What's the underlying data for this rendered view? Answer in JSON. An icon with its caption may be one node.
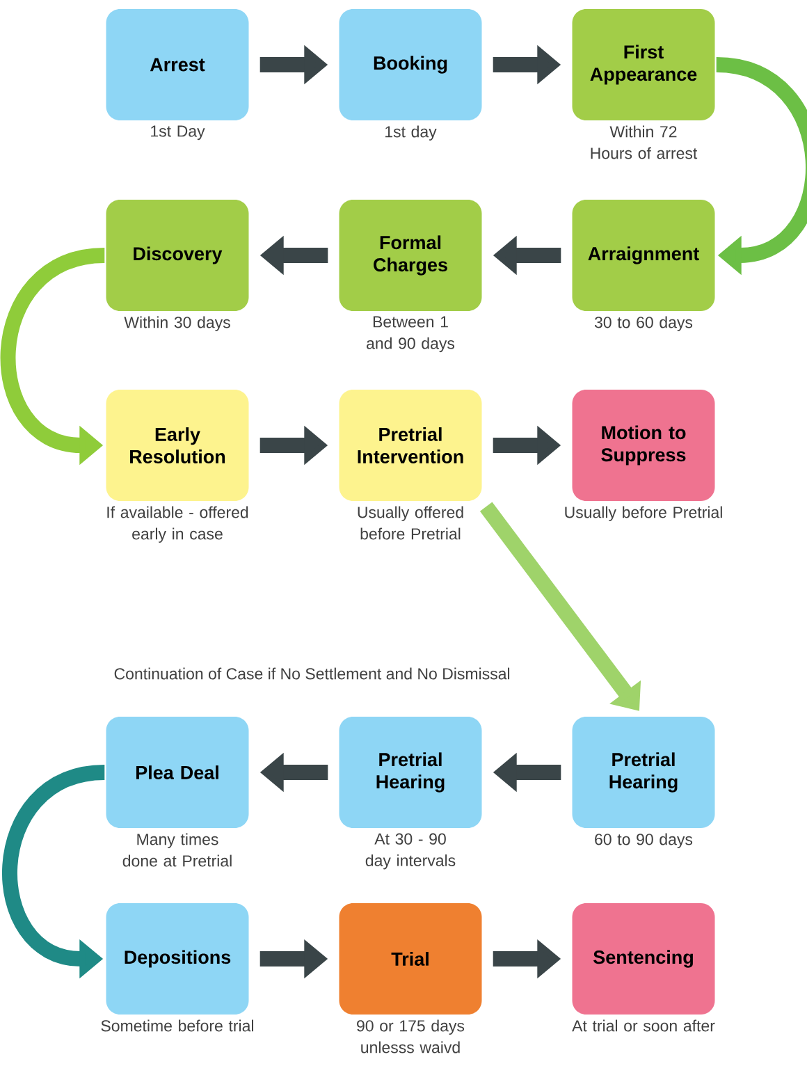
{
  "diagram": {
    "nodes": [
      {
        "text": [
          "Arrest"
        ],
        "beside": [
          "1st Day"
        ]
      },
      {
        "text": [
          "Booking"
        ],
        "beside": [
          "1st day"
        ]
      },
      {
        "text": [
          "First Appearance"
        ],
        "beside": [
          "Within 72 Hours of arrest"
        ]
      },
      {
        "text": [
          "Discovery"
        ],
        "beside": [
          "Within 30 days"
        ]
      },
      {
        "text": [
          "Formal Charges"
        ],
        "beside": [
          "Between 1 and 90 days"
        ]
      },
      {
        "text": [
          "Arraignment"
        ],
        "beside": [
          "30 to 60 days"
        ]
      },
      {
        "text": [
          "Early Resolution"
        ],
        "beside": [
          "If available - offered early in case"
        ]
      },
      {
        "text": [
          "Pretrial Intervention"
        ],
        "beside": [
          "Usually offered before Pretrial"
        ]
      },
      {
        "text": [
          "Motion to Suppress"
        ],
        "beside": [
          "Usually before Pretrial"
        ]
      },
      {
        "text": [
          "Plea Deal"
        ],
        "beside": [
          "Many times done at Pretrial"
        ]
      },
      {
        "text": [
          "Pretrial Hearing"
        ],
        "beside": [
          "At 30 - 90 day intervals"
        ]
      },
      {
        "text": [
          "Pretrial Hearing"
        ],
        "beside": [
          "60 to 90 days"
        ]
      },
      {
        "text": [
          "Depositions"
        ],
        "beside": [
          "Sometime before trial"
        ]
      },
      {
        "text": [
          "Trial"
        ],
        "beside": [
          "90 or 175 days unlesss waivd"
        ]
      },
      {
        "text": [
          "Sentencing"
        ],
        "beside": [
          "At trial or soon after"
        ]
      }
    ],
    "edges": [
      {
        "from": 0,
        "to": 1,
        "arrow": "to"
      },
      {
        "from": 1,
        "to": 2,
        "arrow": "to"
      },
      {
        "from": 2,
        "to": 5,
        "arrow": "to",
        "color": "#6cbf45"
      },
      {
        "from": 5,
        "to": 4,
        "arrow": "to"
      },
      {
        "from": 4,
        "to": 3,
        "arrow": "to"
      },
      {
        "from": 3,
        "to": 6,
        "arrow": "to",
        "color": "#8fcc3a"
      },
      {
        "from": 6,
        "to": 7,
        "arrow": "to"
      },
      {
        "from": 7,
        "to": 8,
        "arrow": "to"
      },
      {
        "from": 7,
        "to": 11,
        "arrow": "to",
        "color": "#9fd36a"
      },
      {
        "from": 11,
        "to": 10,
        "arrow": "to"
      },
      {
        "from": 10,
        "to": 9,
        "arrow": "to"
      },
      {
        "from": 9,
        "to": 12,
        "arrow": "to",
        "color": "#1f8a86"
      },
      {
        "from": 12,
        "to": 13,
        "arrow": "to"
      },
      {
        "from": 13,
        "to": 14,
        "arrow": "to"
      }
    ],
    "labels": [
      "Continuation of Case if No Settlement and No Dismissal"
    ]
  }
}
